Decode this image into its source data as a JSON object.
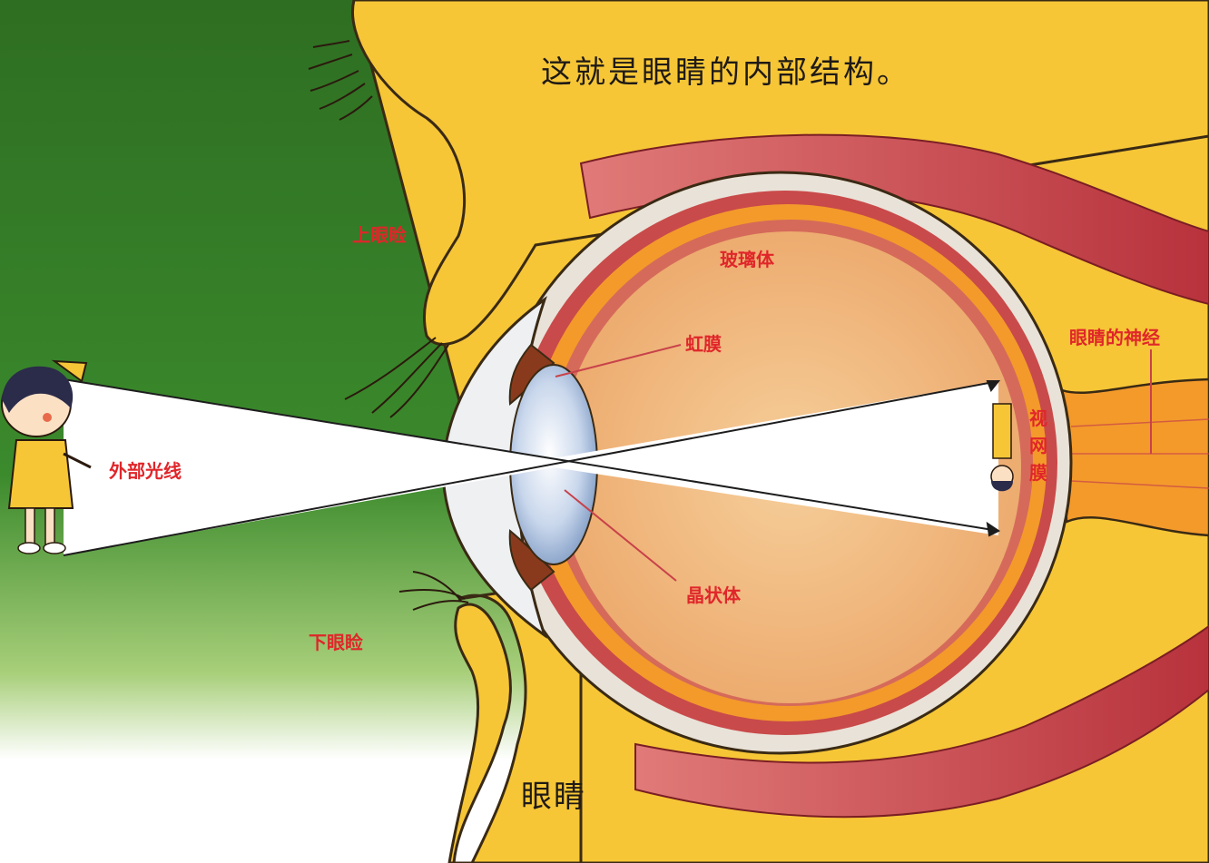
{
  "title": "这就是眼睛的内部结构。",
  "caption": "眼睛",
  "labels": {
    "upper_eyelid": "上眼睑",
    "lower_eyelid": "下眼睑",
    "external_light": "外部光线",
    "vitreous_body": "玻璃体",
    "iris": "虹膜",
    "lens": "晶状体",
    "optic_nerve": "眼睛的神经",
    "retina": "视网膜"
  },
  "colors": {
    "background_green": "#2f7a2a",
    "skin_yellow": "#f6c637",
    "vitreous": "#f0b880",
    "muscle_red": "#c8424a",
    "label_red": "#e0262a"
  }
}
